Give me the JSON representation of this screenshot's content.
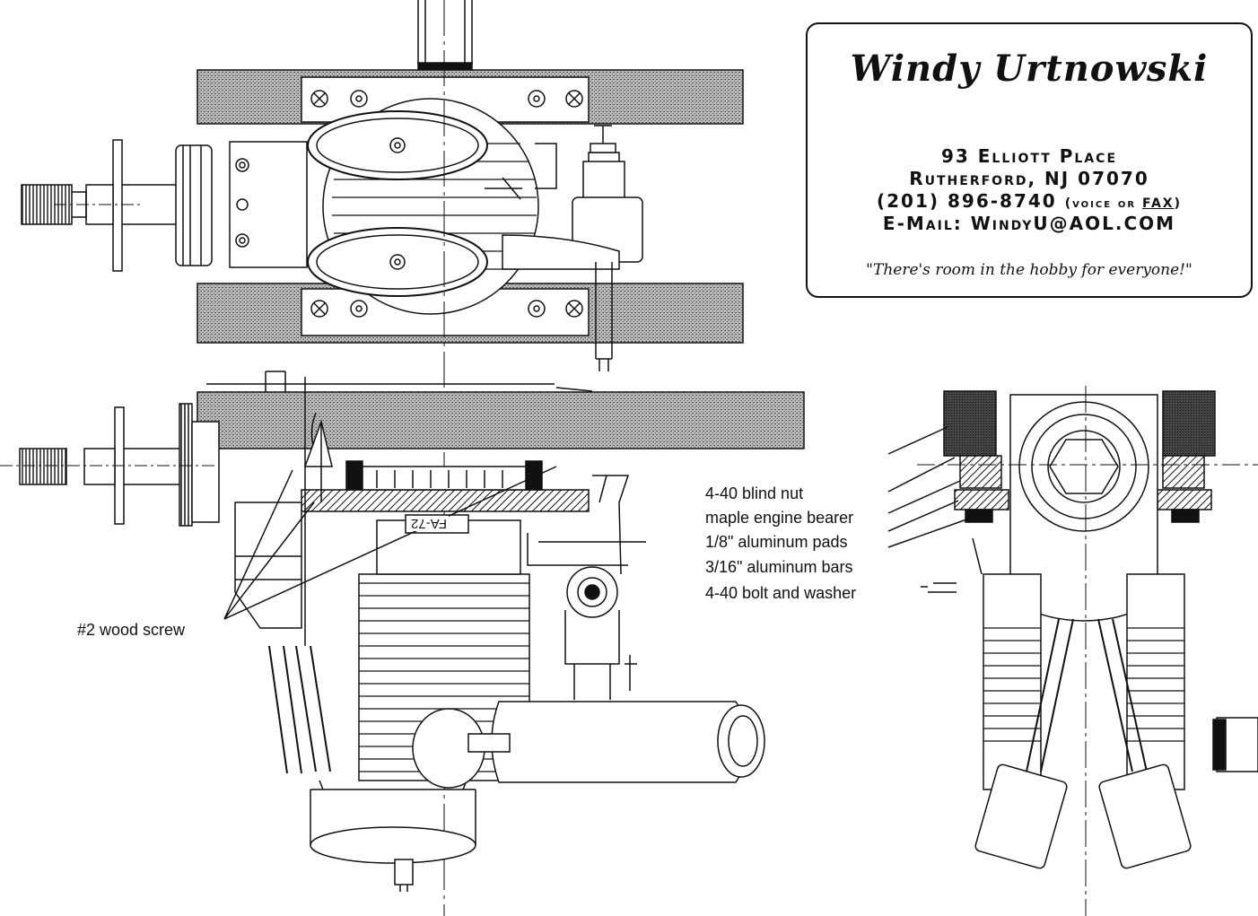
{
  "card": {
    "name": "Windy Urtnowski",
    "address_line1": "93 Elliott Place",
    "address_line2": "Rutherford, NJ  07070",
    "phone": "(201) 896-8740",
    "phone_note_pre": "(voice or ",
    "phone_note_fax": "FAX",
    "phone_note_post": ")",
    "email": "E-Mail: WindyU@AOL.COM",
    "quote": "\"There's room in the hobby for everyone!\""
  },
  "labels": {
    "blind_nut": "4-40 blind nut",
    "bearer": "maple engine bearer",
    "pads": "1/8\" aluminum pads",
    "bars": "3/16\" aluminum bars",
    "bolt": "4-40 bolt and washer",
    "wood_screw": "#2 wood screw",
    "engine_mark": "FA-72"
  },
  "colors": {
    "ink": "#111111",
    "wood_fill": "#9a9a9a",
    "paper": "#ffffff"
  }
}
